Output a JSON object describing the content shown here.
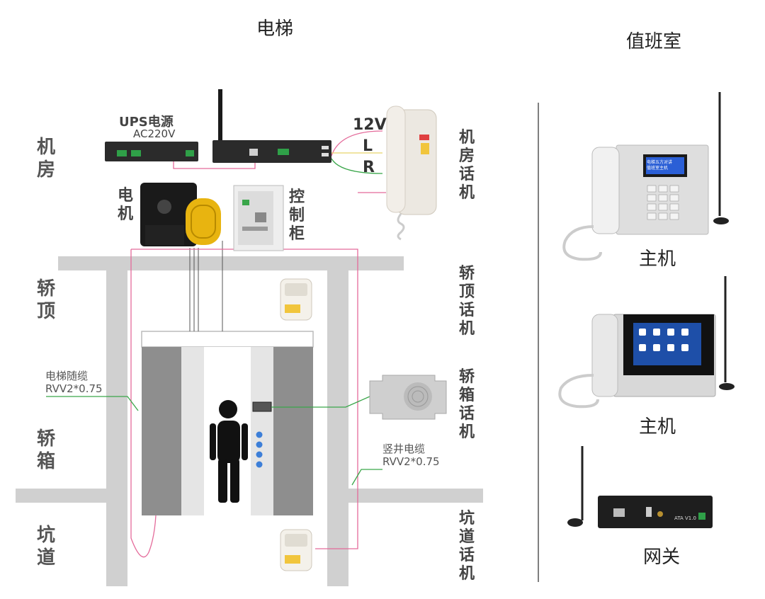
{
  "titles": {
    "elevator": "电梯",
    "duty_room": "值班室"
  },
  "zones": {
    "machine_room": "机房",
    "car_top": "轿顶",
    "car": "轿箱",
    "pit": "坑道"
  },
  "machine_room_devices": {
    "ups_title": "UPS电源",
    "ups_sub": "AC220V",
    "motor": "电机",
    "control_cabinet": "控制柜"
  },
  "wires": {
    "v12": "12V",
    "l": "L",
    "r": "R"
  },
  "phones": {
    "machine_room_phone": "机房话机",
    "car_top_phone": "轿顶话机",
    "car_phone": "轿箱话机",
    "pit_phone": "坑道话机"
  },
  "cables": {
    "travel_cable_name": "电梯随缆",
    "travel_cable_spec": "RVV2*0.75",
    "shaft_cable_name": "竖井电缆",
    "shaft_cable_spec": "RVV2*0.75"
  },
  "duty_devices": {
    "host1": "主机",
    "host2": "主机",
    "gateway": "网关"
  },
  "screen_text": {
    "host1_line1": "电梯五方对讲",
    "host1_line2": "值班室主机",
    "gateway_model": "ATA V1.0"
  },
  "colors": {
    "shaft": "#d0d0d0",
    "wire_pink": "#e46a9a",
    "wire_green": "#3aa64a",
    "wire_yellow": "#e8d36a",
    "accent_blue": "#3d7fd8"
  }
}
